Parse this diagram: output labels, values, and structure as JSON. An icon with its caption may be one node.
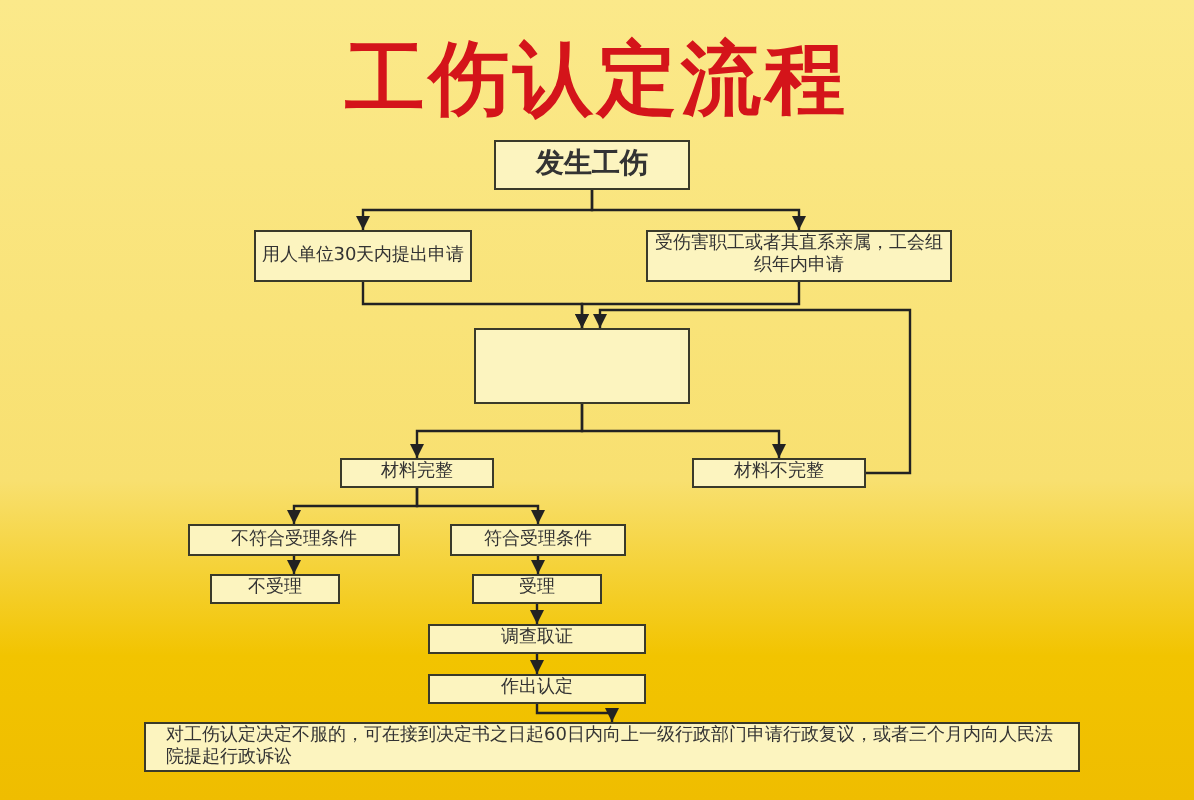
{
  "diagram": {
    "title": "工伤认定流程",
    "nodes": [
      {
        "text": [
          "发生工伤"
        ]
      },
      {
        "text": [
          "用人单位30天内提出申请"
        ]
      },
      {
        "text": [
          "受伤害职工或者其直系亲属，工会组织年内申请"
        ]
      },
      {
        "text": [],
        "shape": "box"
      },
      {
        "text": [
          "材料完整"
        ]
      },
      {
        "text": [
          "材料不完整"
        ]
      },
      {
        "text": [
          "不符合受理条件"
        ]
      },
      {
        "text": [
          "符合受理条件"
        ]
      },
      {
        "text": [
          "不受理"
        ]
      },
      {
        "text": [
          "受理"
        ]
      },
      {
        "text": [
          "调查取证"
        ]
      },
      {
        "text": [
          "作出认定"
        ]
      },
      {
        "text": [
          "对工伤认定决定不服的，可在接到决定书之日起60日内向上一级行政部门申请行政复议，或者三个月内向人民法院提起行政诉讼"
        ]
      }
    ],
    "edges": [
      {
        "from": 0,
        "to": 1,
        "arrow": "to"
      },
      {
        "from": 0,
        "to": 2,
        "arrow": "to"
      },
      {
        "from": 1,
        "to": 3,
        "arrow": "to"
      },
      {
        "from": 2,
        "to": 3,
        "arrow": "to"
      },
      {
        "from": 3,
        "to": 4,
        "arrow": "to"
      },
      {
        "from": 3,
        "to": 5,
        "arrow": "to"
      },
      {
        "from": 5,
        "to": 3,
        "arrow": "to"
      },
      {
        "from": 4,
        "to": 6,
        "arrow": "to"
      },
      {
        "from": 4,
        "to": 7,
        "arrow": "to"
      },
      {
        "from": 6,
        "to": 8,
        "arrow": "to"
      },
      {
        "from": 7,
        "to": 9,
        "arrow": "to"
      },
      {
        "from": 9,
        "to": 10,
        "arrow": "to"
      },
      {
        "from": 10,
        "to": 11,
        "arrow": "to"
      },
      {
        "from": 11,
        "to": 12,
        "arrow": "to"
      }
    ]
  }
}
